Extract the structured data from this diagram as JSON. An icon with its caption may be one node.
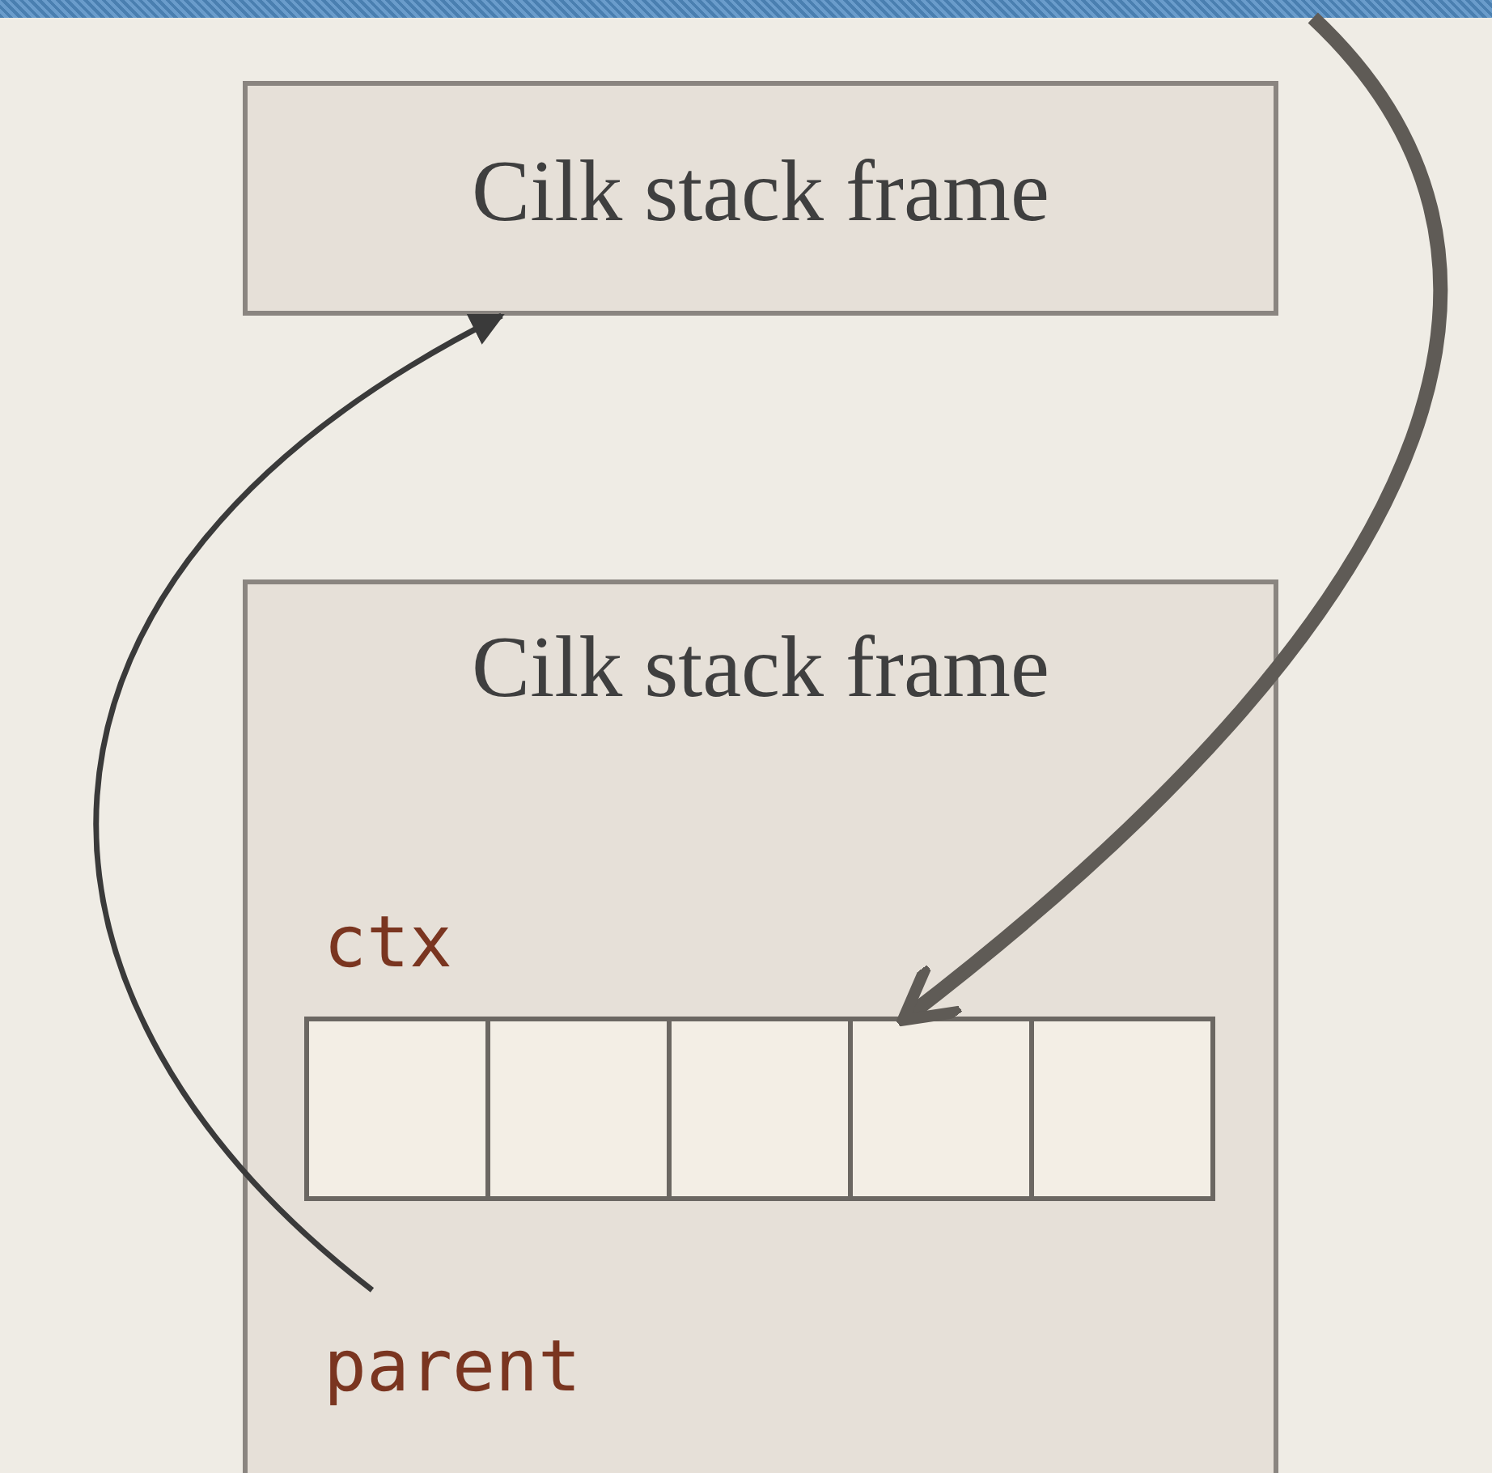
{
  "diagram": {
    "nodes": [
      {
        "text": [
          "Cilk stack frame"
        ]
      },
      {
        "text": [
          "Cilk stack frame",
          "ctx"
        ]
      },
      {
        "text": [],
        "shape": "box",
        "in": 1
      },
      {
        "text": [],
        "shape": "box",
        "in": 1
      },
      {
        "text": [],
        "shape": "box",
        "in": 1
      },
      {
        "text": [],
        "shape": "box",
        "in": 1
      },
      {
        "text": [],
        "shape": "box",
        "in": 1
      },
      {
        "text": [
          "parent"
        ],
        "in": 1
      },
      {
        "text": [],
        "shape": "bar"
      }
    ],
    "edges": [
      {
        "from": 7,
        "to": 0,
        "arrow": "to"
      },
      {
        "from": 8,
        "to": 5,
        "arrow": "to",
        "style": "thick"
      }
    ]
  }
}
